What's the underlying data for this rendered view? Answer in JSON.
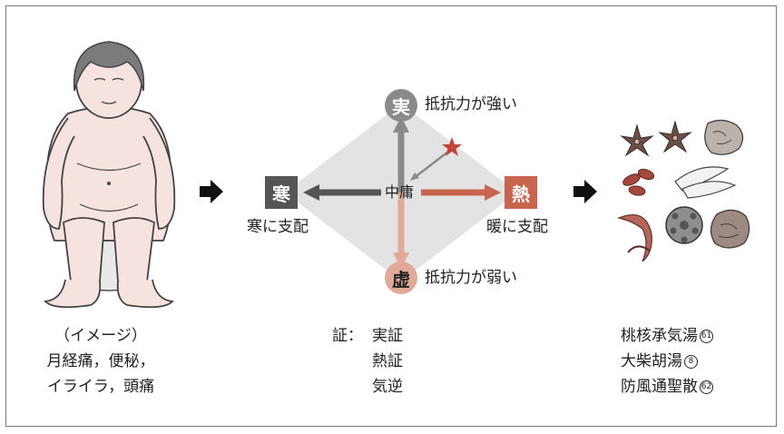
{
  "left": {
    "caption_line1": "（イメージ）",
    "caption_line2": "月経痛，便秘，",
    "caption_line3": "イライラ，頭痛"
  },
  "diagram": {
    "top_node": "実",
    "top_label": "抵抗力が強い",
    "bottom_node": "虚",
    "bottom_label": "抵抗力が弱い",
    "left_node": "寒",
    "left_label": "寒に支配",
    "right_node": "熱",
    "right_label": "暖に支配",
    "center_label": "中庸"
  },
  "diagnosis": {
    "prefix": "証：",
    "items": [
      "実証",
      "熱証",
      "気逆"
    ]
  },
  "prescriptions": [
    {
      "name": "桃核承気湯",
      "number": "61"
    },
    {
      "name": "大柴胡湯",
      "number": "8"
    },
    {
      "name": "防風通聖散",
      "number": "62"
    }
  ],
  "colors": {
    "cold": "#555555",
    "hot": "#c8654e",
    "excess": "#8a8a8a",
    "deficiency": "#e0a998",
    "diamond": "#e3e3e3",
    "star": "#c0453a"
  },
  "icons": [
    "person-illustration",
    "arrow-right-icon",
    "star-icon",
    "crude-drugs-illustration"
  ]
}
